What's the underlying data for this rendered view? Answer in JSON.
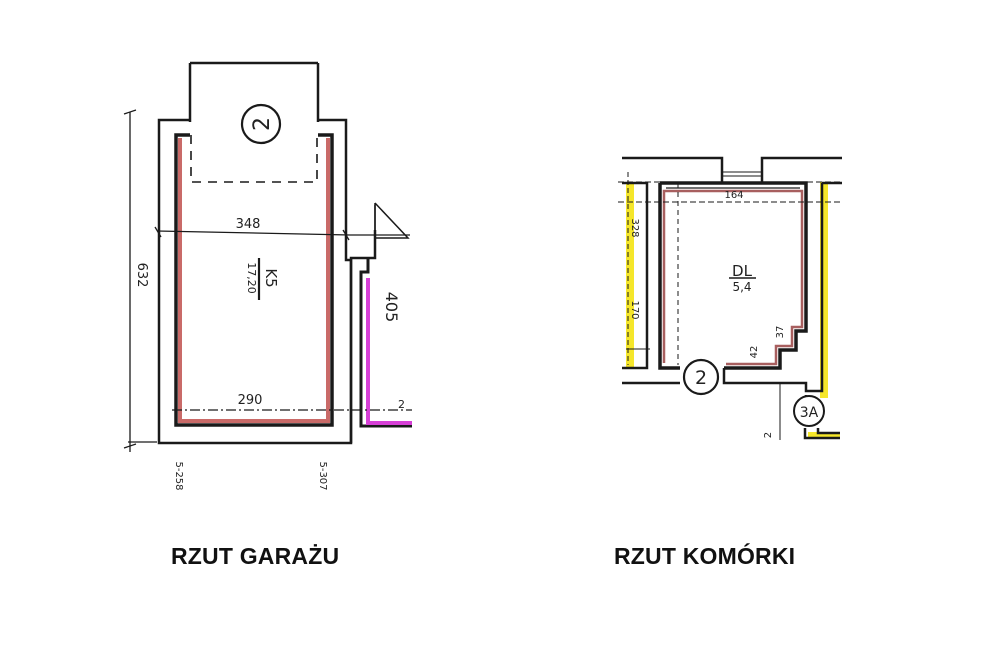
{
  "garage_plan": {
    "caption": "RZUT GARAŻU",
    "room_code": "K5",
    "room_area": "17,20",
    "entry_marker": "2",
    "dimensions": {
      "width_top": "348",
      "width_bottom": "290",
      "height_left": "632",
      "neighbor_height": "405",
      "neighbor_partial": "2",
      "level_left": "5-258",
      "level_right": "5-307"
    },
    "colors": {
      "wall": "#1a1a1a",
      "room_outline": "#c0504d",
      "neighbor_outline": "#d63fd6"
    }
  },
  "storage_plan": {
    "caption": "RZUT KOMÓRKI",
    "room_code": "DL",
    "room_area": "5,4",
    "entry_marker": "2",
    "stair_marker": "3A",
    "dimensions": {
      "width_top": "164",
      "height_side": "328",
      "left_dim": "170",
      "door_dim_a": "42",
      "door_dim_b": "37",
      "bottom_dim": "2"
    },
    "colors": {
      "wall": "#1a1a1a",
      "room_outline": "#8b2a2a",
      "neighbor_fill": "#f5e62a"
    }
  }
}
